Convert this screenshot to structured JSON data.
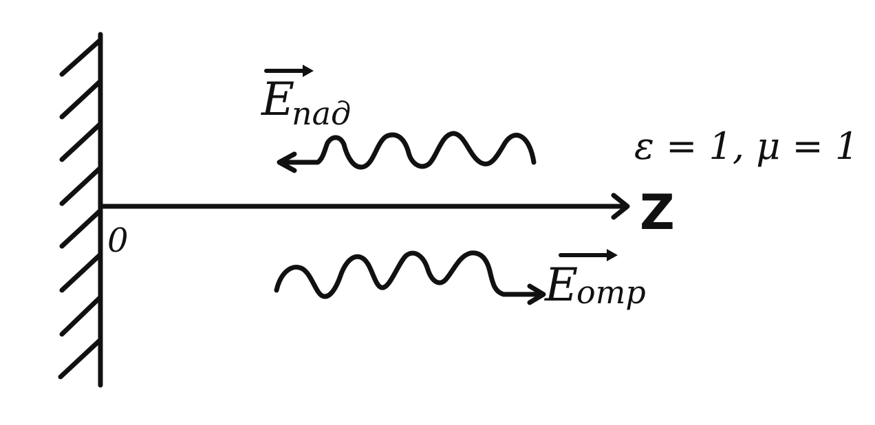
{
  "origin_label": "0",
  "axis_label": "Z",
  "media_params": "ε = 1, μ = 1",
  "incident_wave": {
    "symbol": "E",
    "subscript": "пад"
  },
  "reflected_wave": {
    "symbol": "E",
    "subscript": "отр"
  },
  "colors": {
    "ink": "#111111",
    "background": "#ffffff"
  }
}
